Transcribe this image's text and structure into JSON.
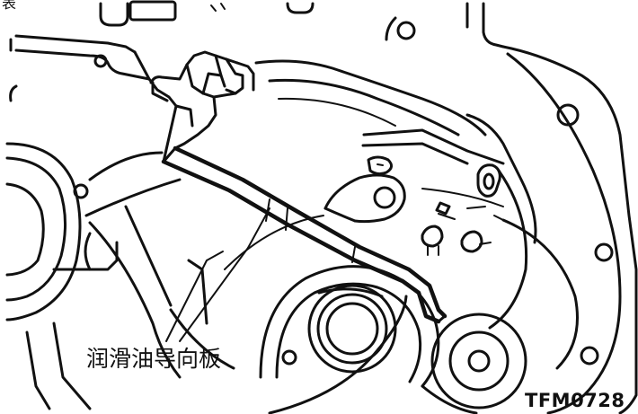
{
  "corner_fragment": "表",
  "callout_label": "润滑油导向板",
  "figure_code": "TFM0728"
}
